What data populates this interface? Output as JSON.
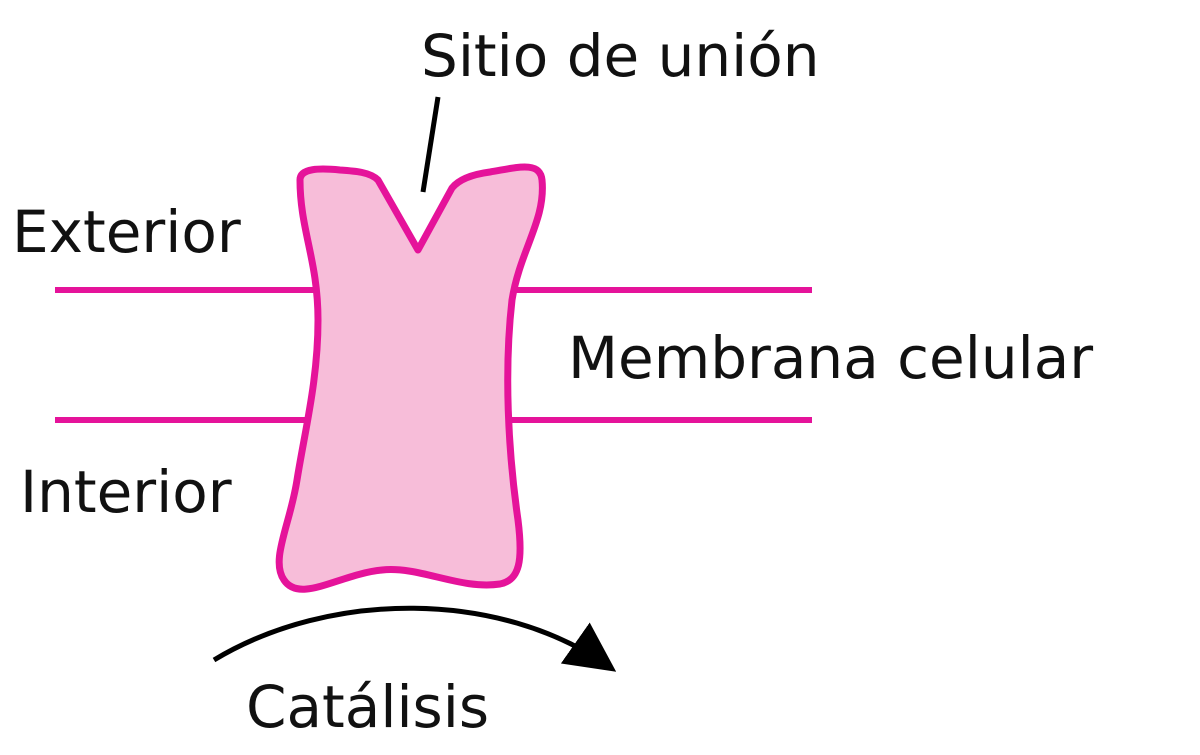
{
  "diagram": {
    "labels": {
      "binding_site": "Sitio de unión",
      "exterior": "Exterior",
      "membrane": "Membrana celular",
      "interior": "Interior",
      "catalysis": "Catálisis"
    },
    "colors": {
      "membrane_line": "#e5139a",
      "protein_fill": "#f7bdd9",
      "protein_stroke": "#e5139a",
      "text": "#111111",
      "arrow": "#000000"
    }
  }
}
